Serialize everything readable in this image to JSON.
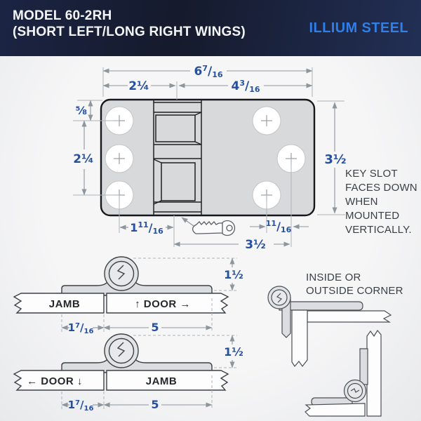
{
  "header": {
    "title_line1": "MODEL 60-2RH",
    "title_line2": "(SHORT LEFT/LONG RIGHT WINGS)",
    "brand": "ILLIUM STEEL"
  },
  "colors": {
    "header_bg": "#1b2443",
    "brand_blue": "#2e7fe8",
    "dimension_blue": "#26509f",
    "line_gray": "#8d959d",
    "plate_gray": "#d8d9da",
    "note_text": "#3b4046",
    "background": "#f2f3f4"
  },
  "fraction_slash": "/",
  "top_view": {
    "dims": {
      "width_total": {
        "whole": "6",
        "num": "7",
        "den": "16"
      },
      "width_left": "2¼",
      "width_right": {
        "whole": "4",
        "num": "3",
        "den": "16"
      },
      "edge_to_hole": "⅝",
      "hole_span": "2¼",
      "height": "3½",
      "hole_to_slot": {
        "whole": "1",
        "num": "11",
        "den": "16"
      },
      "hole_offset": {
        "num": "11",
        "den": "16"
      },
      "slot_to_hole": "3½"
    },
    "note": "KEY SLOT\nFACES DOWN\nWHEN\nMOUNTED\nVERTICALLY."
  },
  "side_views": {
    "top": {
      "left_bar": "JAMB",
      "right_bar": "↑ DOOR →",
      "height": "1½",
      "short_wing": {
        "whole": "1",
        "num": "7",
        "den": "16"
      },
      "long_wing": "5"
    },
    "bottom": {
      "left_bar": "← DOOR ↓",
      "right_bar": "JAMB",
      "height": "1½",
      "short_wing": {
        "whole": "1",
        "num": "7",
        "den": "16"
      },
      "long_wing": "5"
    },
    "corner_note": "INSIDE OR\nOUTSIDE CORNER"
  }
}
